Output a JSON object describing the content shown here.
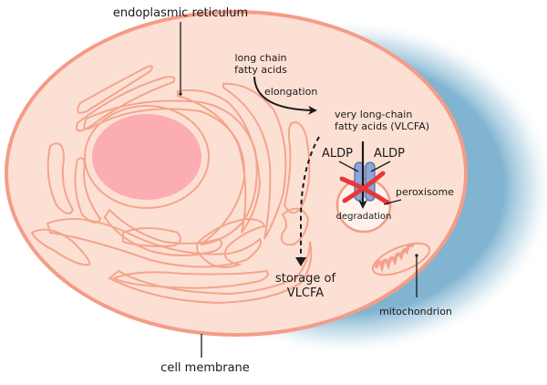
{
  "title": "Cell diagram: VLCFA metabolism and ALDP deficiency",
  "colors": {
    "cytoplasm": "#fde0d4",
    "membrane": "#f49c87",
    "er_outline": "#f3a58c",
    "nucleus": "#fcadb2",
    "halo": "#7fb5d2",
    "peroxisome_fill": "#fff3ec",
    "aldp": "#8ea6d8",
    "cross": "#e8363b",
    "text": "#1a1a1a"
  },
  "labels": {
    "endoplasmic_reticulum": "endoplasmic reticulum",
    "long_chain_line1": "long chain",
    "long_chain_line2": "fatty acids",
    "elongation": "elongation",
    "vlcfa_line1": "very long-chain",
    "vlcfa_line2": "fatty acids (VLCFA)",
    "aldp_left": "ALDP",
    "aldp_right": "ALDP",
    "peroxisome": "peroxisome",
    "degradation": "degradation",
    "storage_line1": "storage of",
    "storage_line2": "VLCFA",
    "mitochondrion": "mitochondrion",
    "cell_membrane": "cell membrane"
  }
}
